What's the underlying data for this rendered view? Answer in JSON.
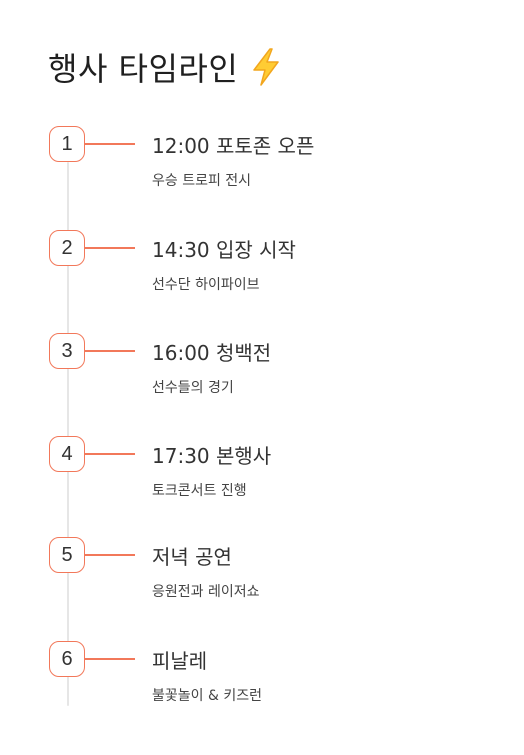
{
  "header": {
    "title": "행사 타임라인",
    "title_icon": "lightning-bolt-icon"
  },
  "colors": {
    "accent": "#f2785a",
    "line": "#e6e6e6",
    "bolt_fill": "#ffcc33",
    "bolt_stroke": "#f2a61e"
  },
  "timeline": {
    "items": [
      {
        "number": "1",
        "title": "12:00 포토존 오픈",
        "desc": "우승 트로피 전시"
      },
      {
        "number": "2",
        "title": "14:30 입장 시작",
        "desc": "선수단 하이파이브"
      },
      {
        "number": "3",
        "title": "16:00 청백전",
        "desc": "선수들의 경기"
      },
      {
        "number": "4",
        "title": "17:30 본행사",
        "desc": "토크콘서트 진행"
      },
      {
        "number": "5",
        "title": "저녁 공연",
        "desc": "응원전과 레이저쇼"
      },
      {
        "number": "6",
        "title": "피날레",
        "desc": "불꽃놀이 & 키즈런"
      }
    ]
  }
}
